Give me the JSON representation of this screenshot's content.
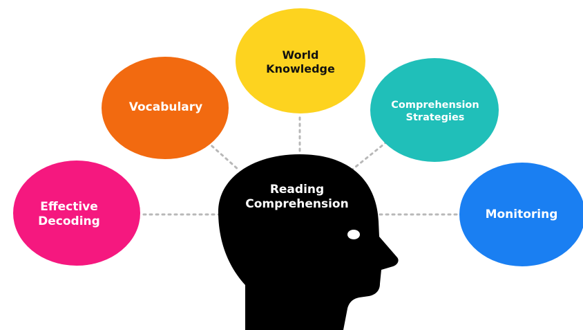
{
  "diagram": {
    "center": {
      "line1": "Reading",
      "line2": "Comprehension"
    },
    "nodes": {
      "vocabulary": {
        "label": "Vocabulary",
        "color": "#f26a10"
      },
      "world_knowledge": {
        "line1": "World",
        "line2": "Knowledge",
        "color": "#fdd31f"
      },
      "comprehension_strategies": {
        "line1": "Comprehension",
        "line2": "Strategies",
        "color": "#20bfb9"
      },
      "effective_decoding": {
        "line1": "Effective",
        "line2": "Decoding",
        "color": "#f5187f"
      },
      "monitoring": {
        "label": "Monitoring",
        "color": "#1a7ff2"
      }
    },
    "head_color": "#000000",
    "connector_color": "#b8b8b8"
  }
}
